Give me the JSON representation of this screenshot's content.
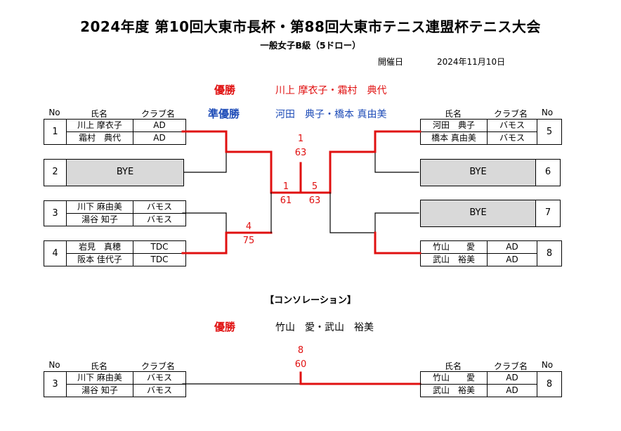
{
  "title": "2024年度 第10回大東市長杯・第88回大東市テニス連盟杯テニス大会",
  "subtitle": "一般女子B級（5ドロー）",
  "date_label": "開催日",
  "date_value": "2024年11月10日",
  "winner_label": "優勝",
  "winner_names": "川上 摩衣子・霜村　典代",
  "runner_label": "準優勝",
  "runner_names": "河田　典子・橋本 真由美",
  "headers": {
    "no": "No",
    "name": "氏名",
    "club": "クラブ名"
  },
  "left_entries": [
    {
      "no": "1",
      "players": [
        {
          "name": "川上 摩衣子",
          "club": "AD"
        },
        {
          "name": "霜村　典代",
          "club": "AD"
        }
      ]
    },
    {
      "no": "2",
      "bye": "BYE"
    },
    {
      "no": "3",
      "players": [
        {
          "name": "川下 麻由美",
          "club": "バモス"
        },
        {
          "name": "湯谷 知子",
          "club": "バモス"
        }
      ]
    },
    {
      "no": "4",
      "players": [
        {
          "name": "岩見　真穂",
          "club": "TDC"
        },
        {
          "name": "阪本 佳代子",
          "club": "TDC"
        }
      ]
    }
  ],
  "right_entries": [
    {
      "no": "5",
      "players": [
        {
          "name": "河田　典子",
          "club": "バモス"
        },
        {
          "name": "橋本 真由美",
          "club": "バモス"
        }
      ]
    },
    {
      "no": "6",
      "bye": "BYE"
    },
    {
      "no": "7",
      "bye": "BYE"
    },
    {
      "no": "8",
      "players": [
        {
          "name": "竹山　　愛",
          "club": "AD"
        },
        {
          "name": "武山　裕美",
          "club": "AD"
        }
      ]
    }
  ],
  "scores": {
    "sf_left_winner": "4",
    "sf_left_score": "75",
    "final_left_winner": "1",
    "final_left_score": "61",
    "final_right_winner": "5",
    "final_right_score": "63",
    "champion_winner": "1",
    "champion_score": "63"
  },
  "consolation": {
    "heading": "【コンソレーション】",
    "winner_label": "優勝",
    "winner_names": "竹山　愛・武山　裕美",
    "left": {
      "no": "3",
      "players": [
        {
          "name": "川下 麻由美",
          "club": "バモス"
        },
        {
          "name": "湯谷 知子",
          "club": "バモス"
        }
      ]
    },
    "right": {
      "no": "8",
      "players": [
        {
          "name": "竹山　　愛",
          "club": "AD"
        },
        {
          "name": "武山　裕美",
          "club": "AD"
        }
      ]
    },
    "result_winner": "8",
    "result_score": "60"
  },
  "colors": {
    "win_line": "#e01010",
    "lose_line": "#000000",
    "bye_fill": "#d9d9d9",
    "winner_text": "#e01010",
    "runner_text": "#1f4db8"
  }
}
